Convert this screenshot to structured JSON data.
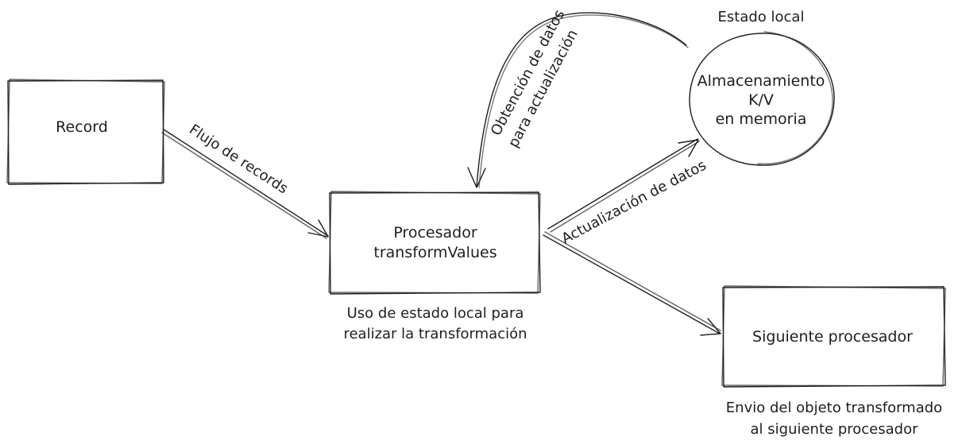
{
  "nodes": {
    "record": {
      "label": "Record"
    },
    "processor": {
      "line1": "Procesador",
      "line2": "transformValues"
    },
    "next_processor": {
      "label": "Siguiente procesador"
    },
    "kv_store": {
      "line1": "Almacenamiento",
      "line2": "K/V",
      "line3": "en memoria"
    }
  },
  "edges": {
    "record_to_processor": {
      "label": "Flujo de records"
    },
    "processor_to_store": {
      "label": "Actualización de datos"
    },
    "store_to_processor": {
      "line1": "Obtención de datos",
      "line2": "para actualización"
    },
    "processor_to_next": {
      "label": ""
    }
  },
  "annotations": {
    "local_state": "Estado local",
    "processor_note_line1": "Uso de estado local para",
    "processor_note_line2": "realizar la transformación",
    "next_note_line1": "Envio del objeto transformado",
    "next_note_line2": "al siguiente procesador"
  }
}
